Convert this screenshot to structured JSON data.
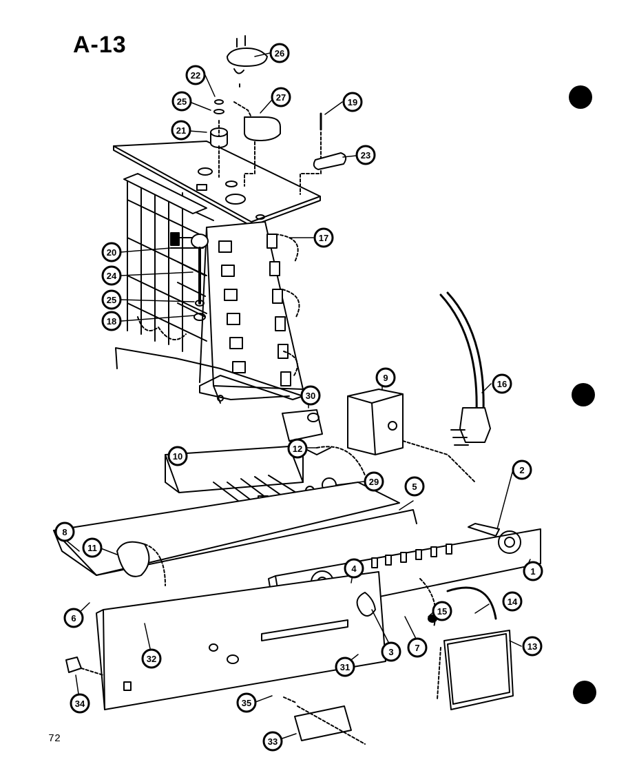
{
  "diagram": {
    "title": "A-13",
    "page_number": "72",
    "part_callouts": [
      "26",
      "22",
      "25",
      "27",
      "19",
      "21",
      "23",
      "17",
      "20",
      "24",
      "25",
      "18",
      "16",
      "30",
      "9",
      "10",
      "12",
      "29",
      "2",
      "5",
      "8",
      "11",
      "6",
      "1",
      "4",
      "14",
      "15",
      "3",
      "7",
      "13",
      "32",
      "31",
      "34",
      "35",
      "33"
    ]
  }
}
